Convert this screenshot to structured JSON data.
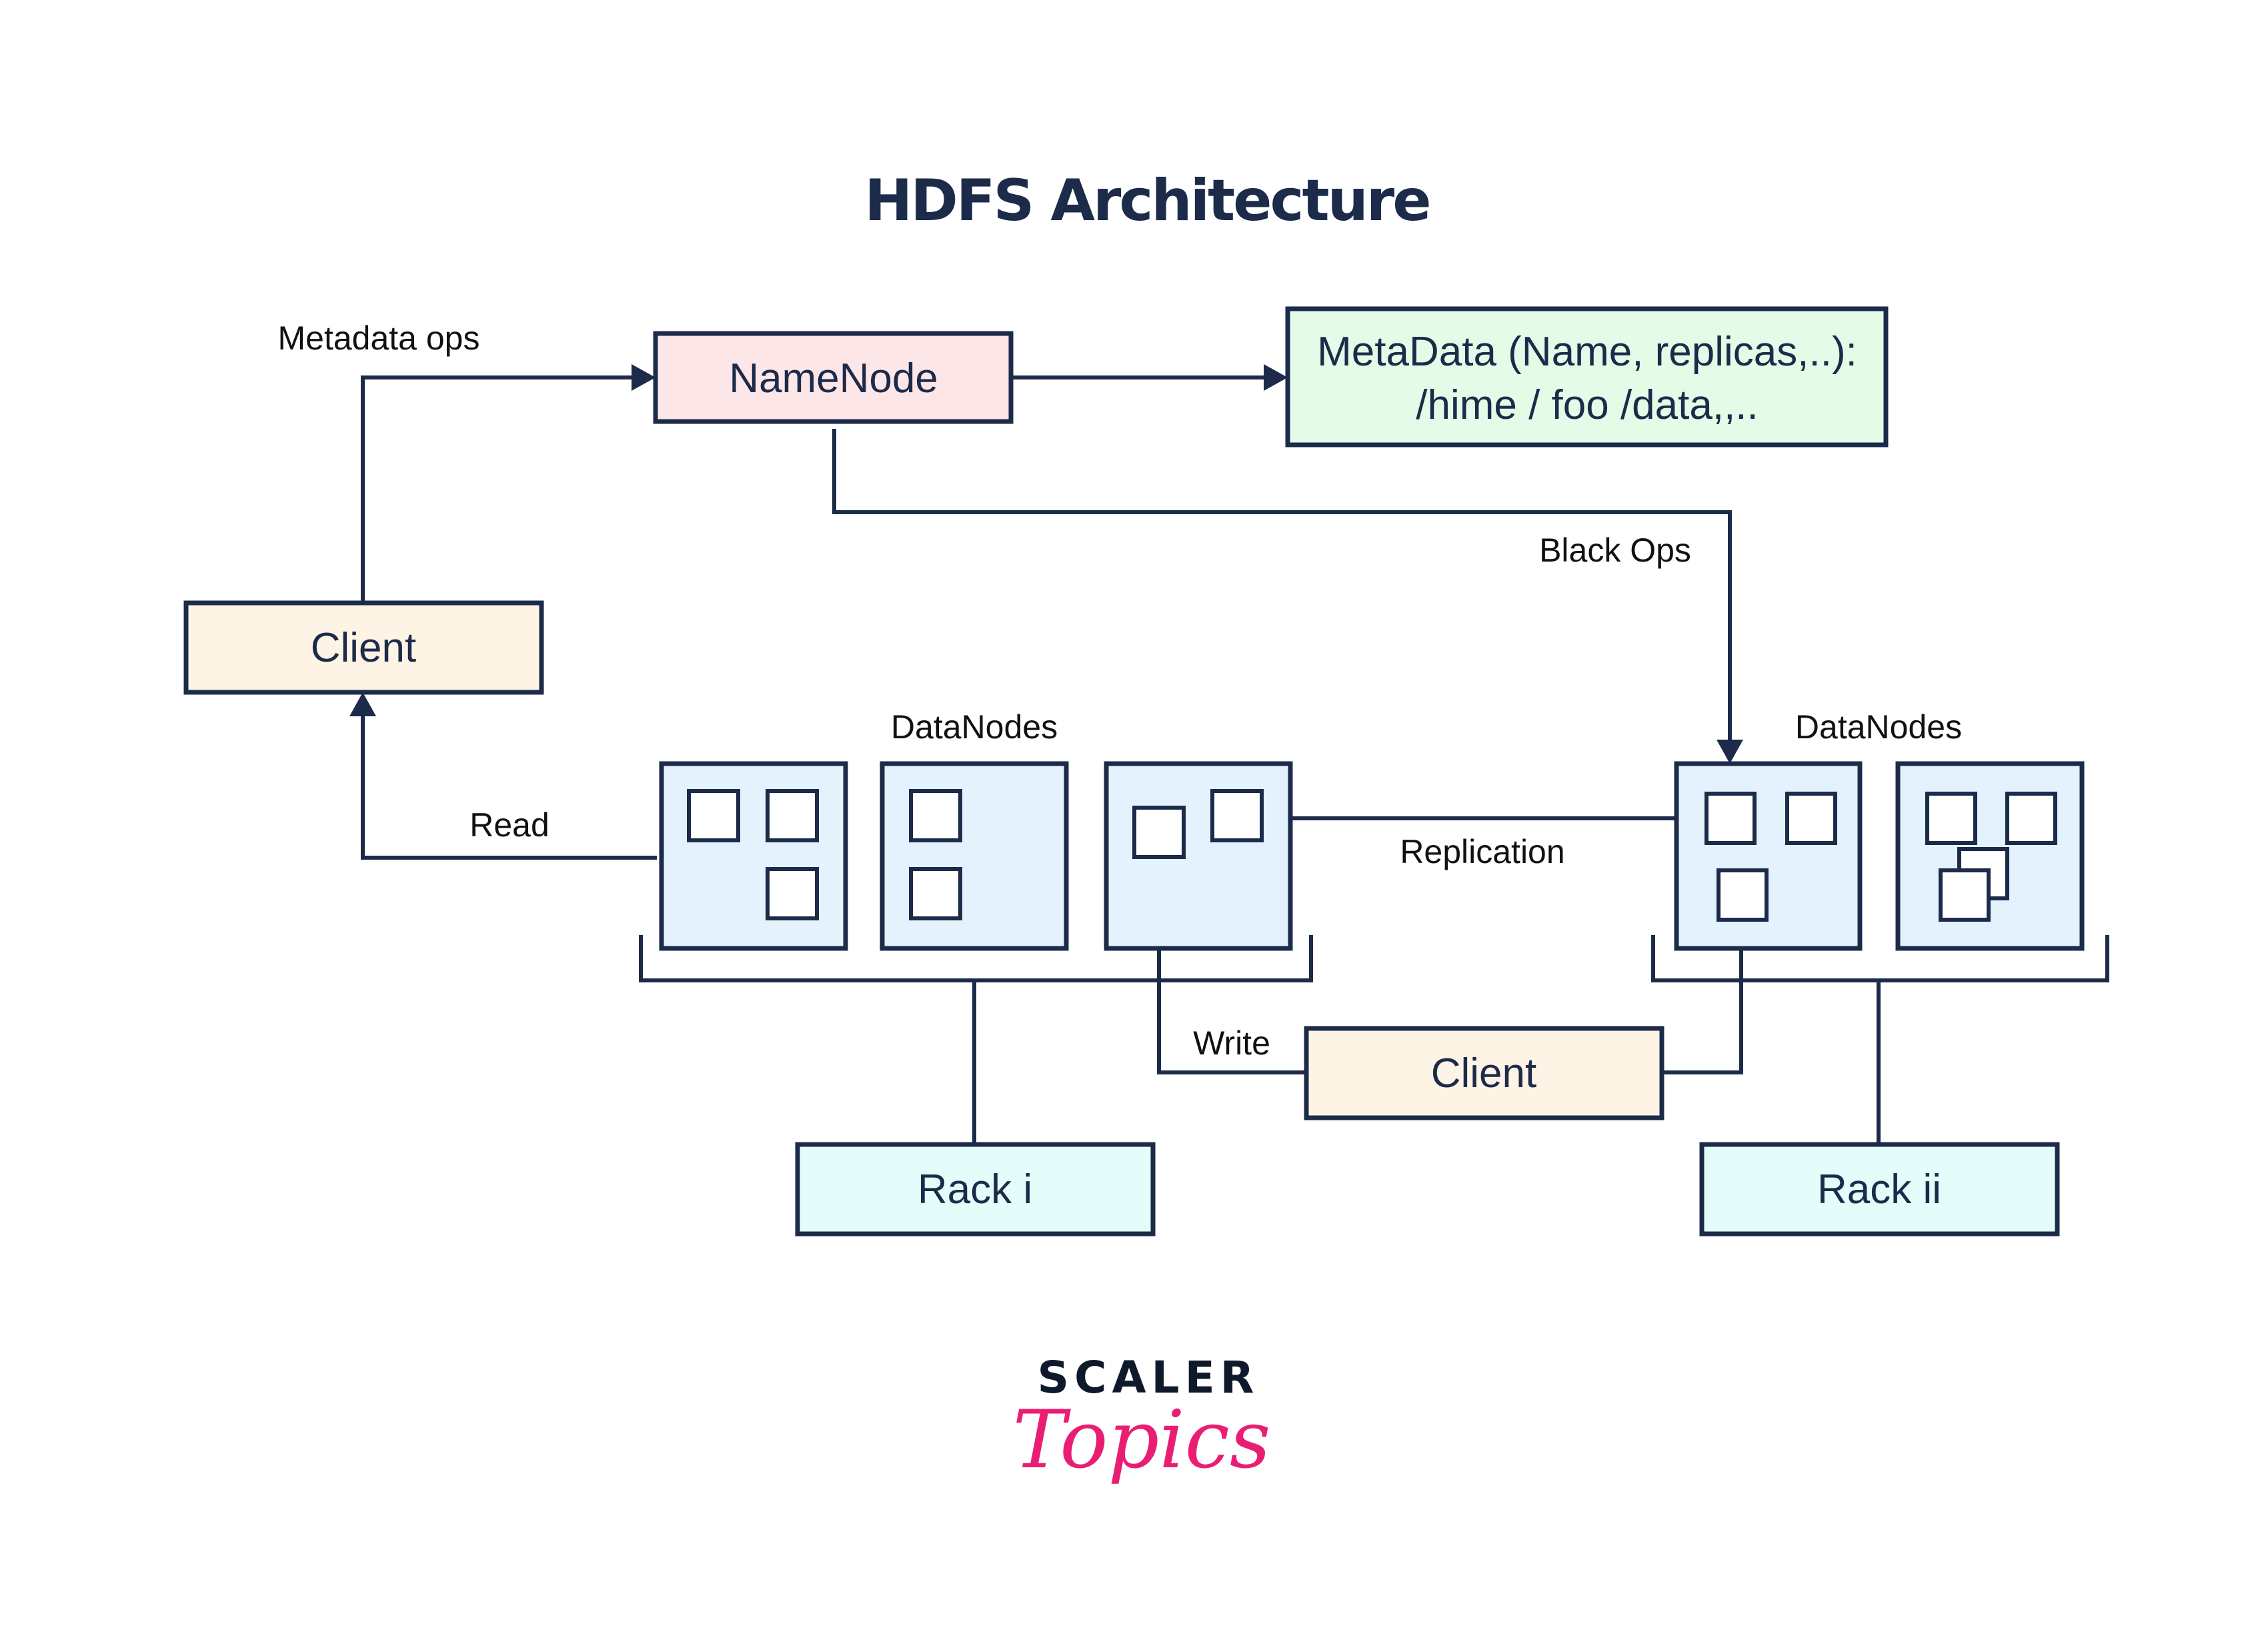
{
  "title": "HDFS Architecture",
  "colors": {
    "ink": "#1c2b49",
    "namenode_fill": "#fde6e8",
    "metadata_fill": "#e4fbe8",
    "client_fill": "#fef4e6",
    "datanode_fill": "#e4f2fd",
    "rack_fill": "#e4fdfb",
    "brand_pink": "#e91e73"
  },
  "nodes": {
    "namenode": "NameNode",
    "metadata_line1": "MetaData (Name, replicas,..):",
    "metadata_line2": "/hime / foo /data,,..",
    "client_top": "Client",
    "client_bottom": "Client",
    "rack_i": "Rack i",
    "rack_ii": "Rack ii"
  },
  "groups": {
    "datanodes_left": "DataNodes",
    "datanodes_right": "DataNodes"
  },
  "edges": {
    "metadata_ops": "Metadata ops",
    "block_ops": "Black Ops",
    "read": "Read",
    "replication": "Replication",
    "write": "Write"
  },
  "logo": {
    "line1": "SCALER",
    "line2": "Topics"
  }
}
